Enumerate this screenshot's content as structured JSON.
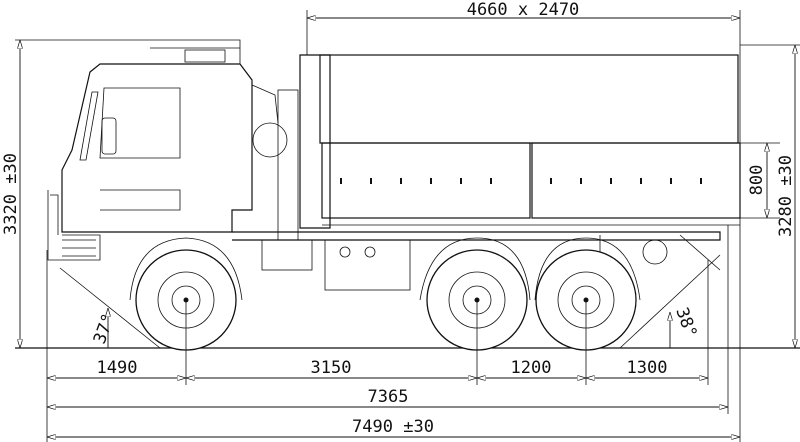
{
  "title": "Truck side view dimension drawing",
  "dimensions": {
    "platform": "4660 x 2470",
    "overall_height": "3320 ±30",
    "platform_height": "3280 ±30",
    "side_height": "800",
    "front_overhang": "1490",
    "wheelbase_front": "3150",
    "axle_spacing": "1200",
    "rear_overhang": "1300",
    "length_body": "7365",
    "overall_length": "7490 ±30",
    "approach_angle": "37°",
    "departure_angle": "38°"
  }
}
